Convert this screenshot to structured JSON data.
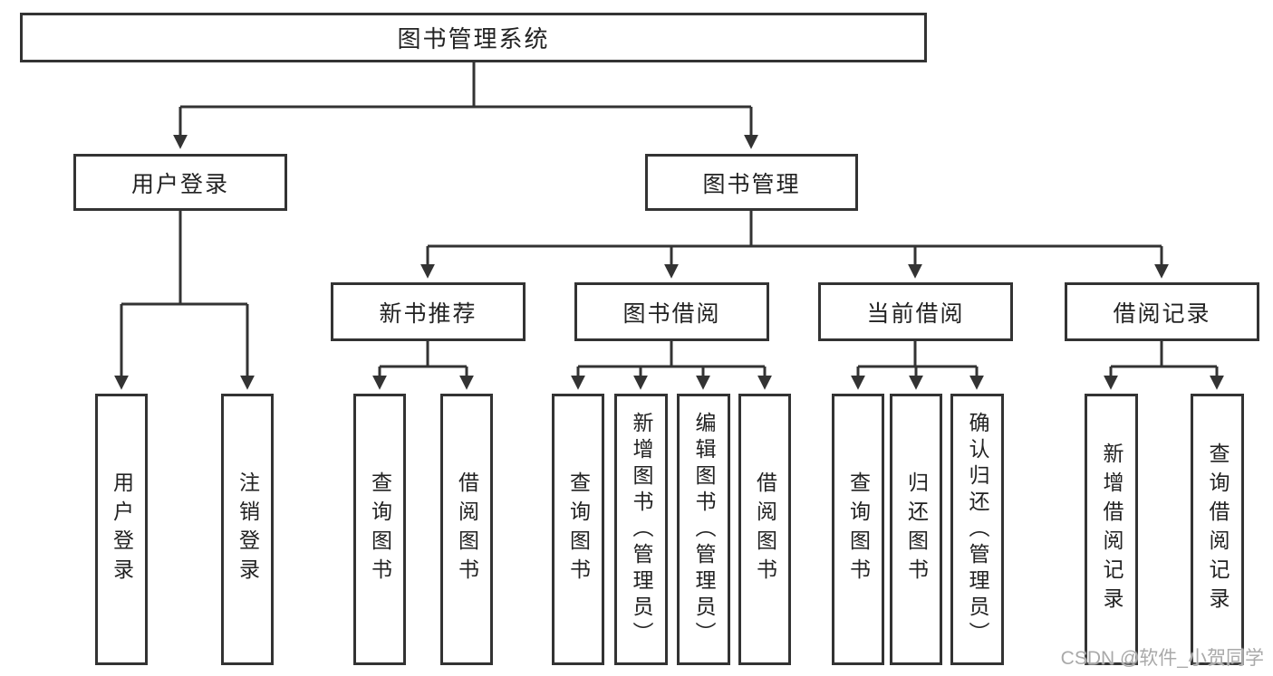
{
  "diagram": {
    "type": "hierarchy-tree",
    "watermark": "CSDN @软件_小贺同学",
    "colors": {
      "line": "#333333",
      "text": "#222222",
      "box_bg": "#ffffff",
      "watermark": "#a9a9a9"
    },
    "nodes": {
      "root": {
        "label": "图书管理系统"
      },
      "user_login": {
        "label": "用户登录"
      },
      "book_mgmt": {
        "label": "图书管理"
      },
      "new_book_rec": {
        "label": "新书推荐"
      },
      "book_borrow": {
        "label": "图书借阅"
      },
      "current_borrow": {
        "label": "当前借阅"
      },
      "borrow_record": {
        "label": "借阅记录"
      },
      "leaf_user_login": {
        "label": "用户登录"
      },
      "leaf_logout": {
        "label": "注销登录"
      },
      "leaf_query_book_rec": {
        "label": "查询图书"
      },
      "leaf_borrow_book_rec": {
        "label": "借阅图书"
      },
      "leaf_query_book_borrow": {
        "label": "查询图书"
      },
      "leaf_add_book": {
        "label": "新增图书（管理员）"
      },
      "leaf_edit_book": {
        "label": "编辑图书（管理员）"
      },
      "leaf_borrow_book_borrow": {
        "label": "借阅图书"
      },
      "leaf_query_book_current": {
        "label": "查询图书"
      },
      "leaf_return_book": {
        "label": "归还图书"
      },
      "leaf_confirm_return": {
        "label": "确认归还（管理员）"
      },
      "leaf_add_record": {
        "label": "新增借阅记录"
      },
      "leaf_query_record": {
        "label": "查询借阅记录"
      }
    },
    "edges": [
      [
        "root",
        "user_login"
      ],
      [
        "root",
        "book_mgmt"
      ],
      [
        "user_login",
        "leaf_user_login"
      ],
      [
        "user_login",
        "leaf_logout"
      ],
      [
        "book_mgmt",
        "new_book_rec"
      ],
      [
        "book_mgmt",
        "book_borrow"
      ],
      [
        "book_mgmt",
        "current_borrow"
      ],
      [
        "book_mgmt",
        "borrow_record"
      ],
      [
        "new_book_rec",
        "leaf_query_book_rec"
      ],
      [
        "new_book_rec",
        "leaf_borrow_book_rec"
      ],
      [
        "book_borrow",
        "leaf_query_book_borrow"
      ],
      [
        "book_borrow",
        "leaf_add_book"
      ],
      [
        "book_borrow",
        "leaf_edit_book"
      ],
      [
        "book_borrow",
        "leaf_borrow_book_borrow"
      ],
      [
        "current_borrow",
        "leaf_query_book_current"
      ],
      [
        "current_borrow",
        "leaf_return_book"
      ],
      [
        "current_borrow",
        "leaf_confirm_return"
      ],
      [
        "borrow_record",
        "leaf_add_record"
      ],
      [
        "borrow_record",
        "leaf_query_record"
      ]
    ]
  }
}
